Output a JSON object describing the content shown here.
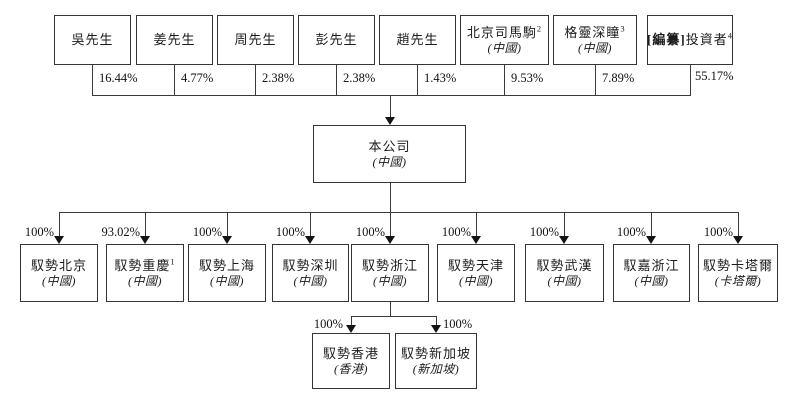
{
  "top_row": {
    "nodes": [
      {
        "name": "吳先生",
        "pct": "16.44%"
      },
      {
        "name": "姜先生",
        "pct": "4.77%"
      },
      {
        "name": "周先生",
        "pct": "2.38%"
      },
      {
        "name": "彭先生",
        "pct": "2.38%"
      },
      {
        "name": "趙先生",
        "pct": "1.43%"
      },
      {
        "name": "北京司馬駒",
        "sup": "2",
        "location": "(中國)",
        "pct": "9.53%"
      },
      {
        "name": "格靈深瞳",
        "sup": "3",
        "location": "(中國)",
        "pct": "7.89%"
      },
      {
        "name_bold": "[編纂]",
        "name": "投資者",
        "sup": "4",
        "pct": "55.17%"
      }
    ]
  },
  "company": {
    "name": "本公司",
    "location": "(中國)"
  },
  "mid_row": {
    "nodes": [
      {
        "name": "馭勢北京",
        "location": "(中國)",
        "pct": "100%"
      },
      {
        "name": "馭勢重慶",
        "sup": "1",
        "location": "(中國)",
        "pct": "93.02%"
      },
      {
        "name": "馭勢上海",
        "location": "(中國)",
        "pct": "100%"
      },
      {
        "name": "馭勢深圳",
        "location": "(中國)",
        "pct": "100%"
      },
      {
        "name": "馭勢浙江",
        "location": "(中國)",
        "pct": "100%"
      },
      {
        "name": "馭勢天津",
        "location": "(中國)",
        "pct": "100%"
      },
      {
        "name": "馭勢武漢",
        "location": "(中國)",
        "pct": "100%"
      },
      {
        "name": "馭嘉浙江",
        "location": "(中國)",
        "pct": "100%"
      },
      {
        "name": "馭勢卡塔爾",
        "location": "(卡塔爾)",
        "pct": "100%"
      }
    ]
  },
  "bottom_row": {
    "nodes": [
      {
        "name": "馭勢香港",
        "location": "(香港)",
        "pct": "100%"
      },
      {
        "name": "馭勢新加坡",
        "location": "(新加坡)",
        "pct": "100%"
      }
    ]
  },
  "colors": {
    "line": "#3a3a3a",
    "text": "#1c1c1c",
    "background": "#ffffff"
  }
}
